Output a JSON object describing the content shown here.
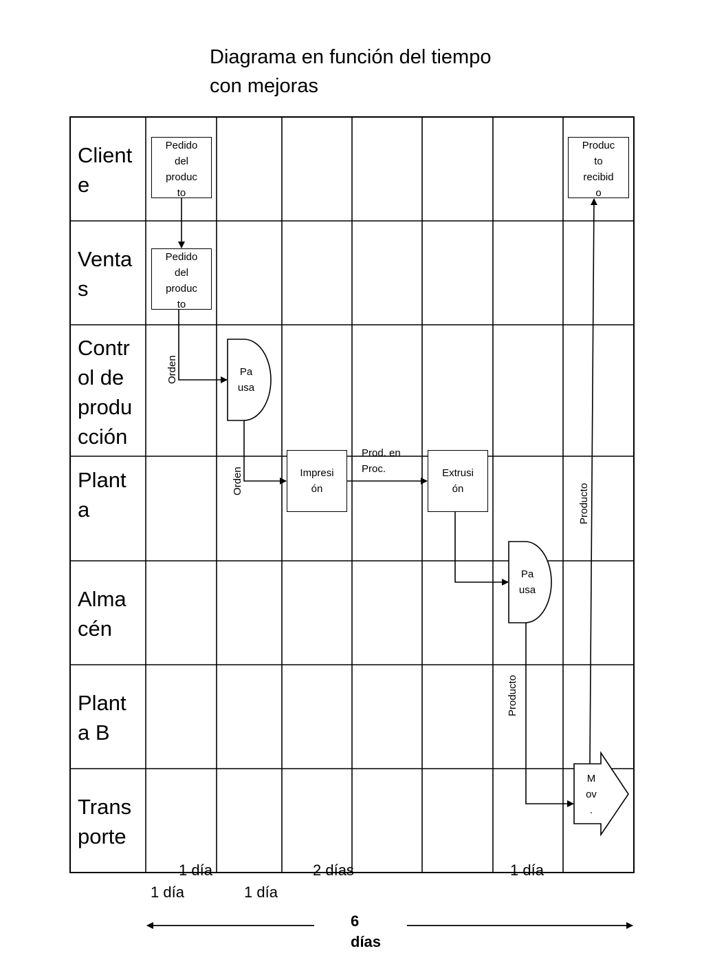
{
  "title": {
    "line1": "Diagrama en función del tiempo",
    "line2": "con mejoras"
  },
  "lanes": [
    {
      "lines": [
        "Client",
        "e"
      ]
    },
    {
      "lines": [
        "Venta",
        "s"
      ]
    },
    {
      "lines": [
        "Contr",
        "ol de",
        "produ",
        "cción"
      ]
    },
    {
      "lines": [
        "Plant",
        "a"
      ]
    },
    {
      "lines": [
        "Alma",
        "cén"
      ]
    },
    {
      "lines": [
        "Plant",
        "a  B"
      ]
    },
    {
      "lines": [
        "Trans",
        "porte"
      ]
    }
  ],
  "nodes": {
    "pedido_cliente": [
      "Pedido",
      "del",
      "produc",
      "to"
    ],
    "pedido_ventas": [
      "Pedido",
      "del",
      "produc",
      "to"
    ],
    "producto_recibido": [
      "Produc",
      "to",
      "recibid",
      "o"
    ],
    "pausa_control": [
      "Pa",
      "usa"
    ],
    "impresion": [
      "Impresi",
      "ón"
    ],
    "extrusion": [
      "Extrusi",
      "ón"
    ],
    "pausa_almacen": [
      "Pa",
      "usa"
    ],
    "movimiento": [
      "M",
      "ov",
      "."
    ]
  },
  "flow_labels": {
    "orden_1": "Orden",
    "orden_2": "Orden",
    "prod_en_proc": [
      "Prod. en",
      "Proc."
    ],
    "producto_1": "Producto",
    "producto_2": "Producto"
  },
  "durations": {
    "row1": [
      "1  día",
      "2  días",
      "1 día"
    ],
    "row2": [
      "1 día",
      "1 día"
    ]
  },
  "total": {
    "value": "6",
    "unit": "días"
  }
}
